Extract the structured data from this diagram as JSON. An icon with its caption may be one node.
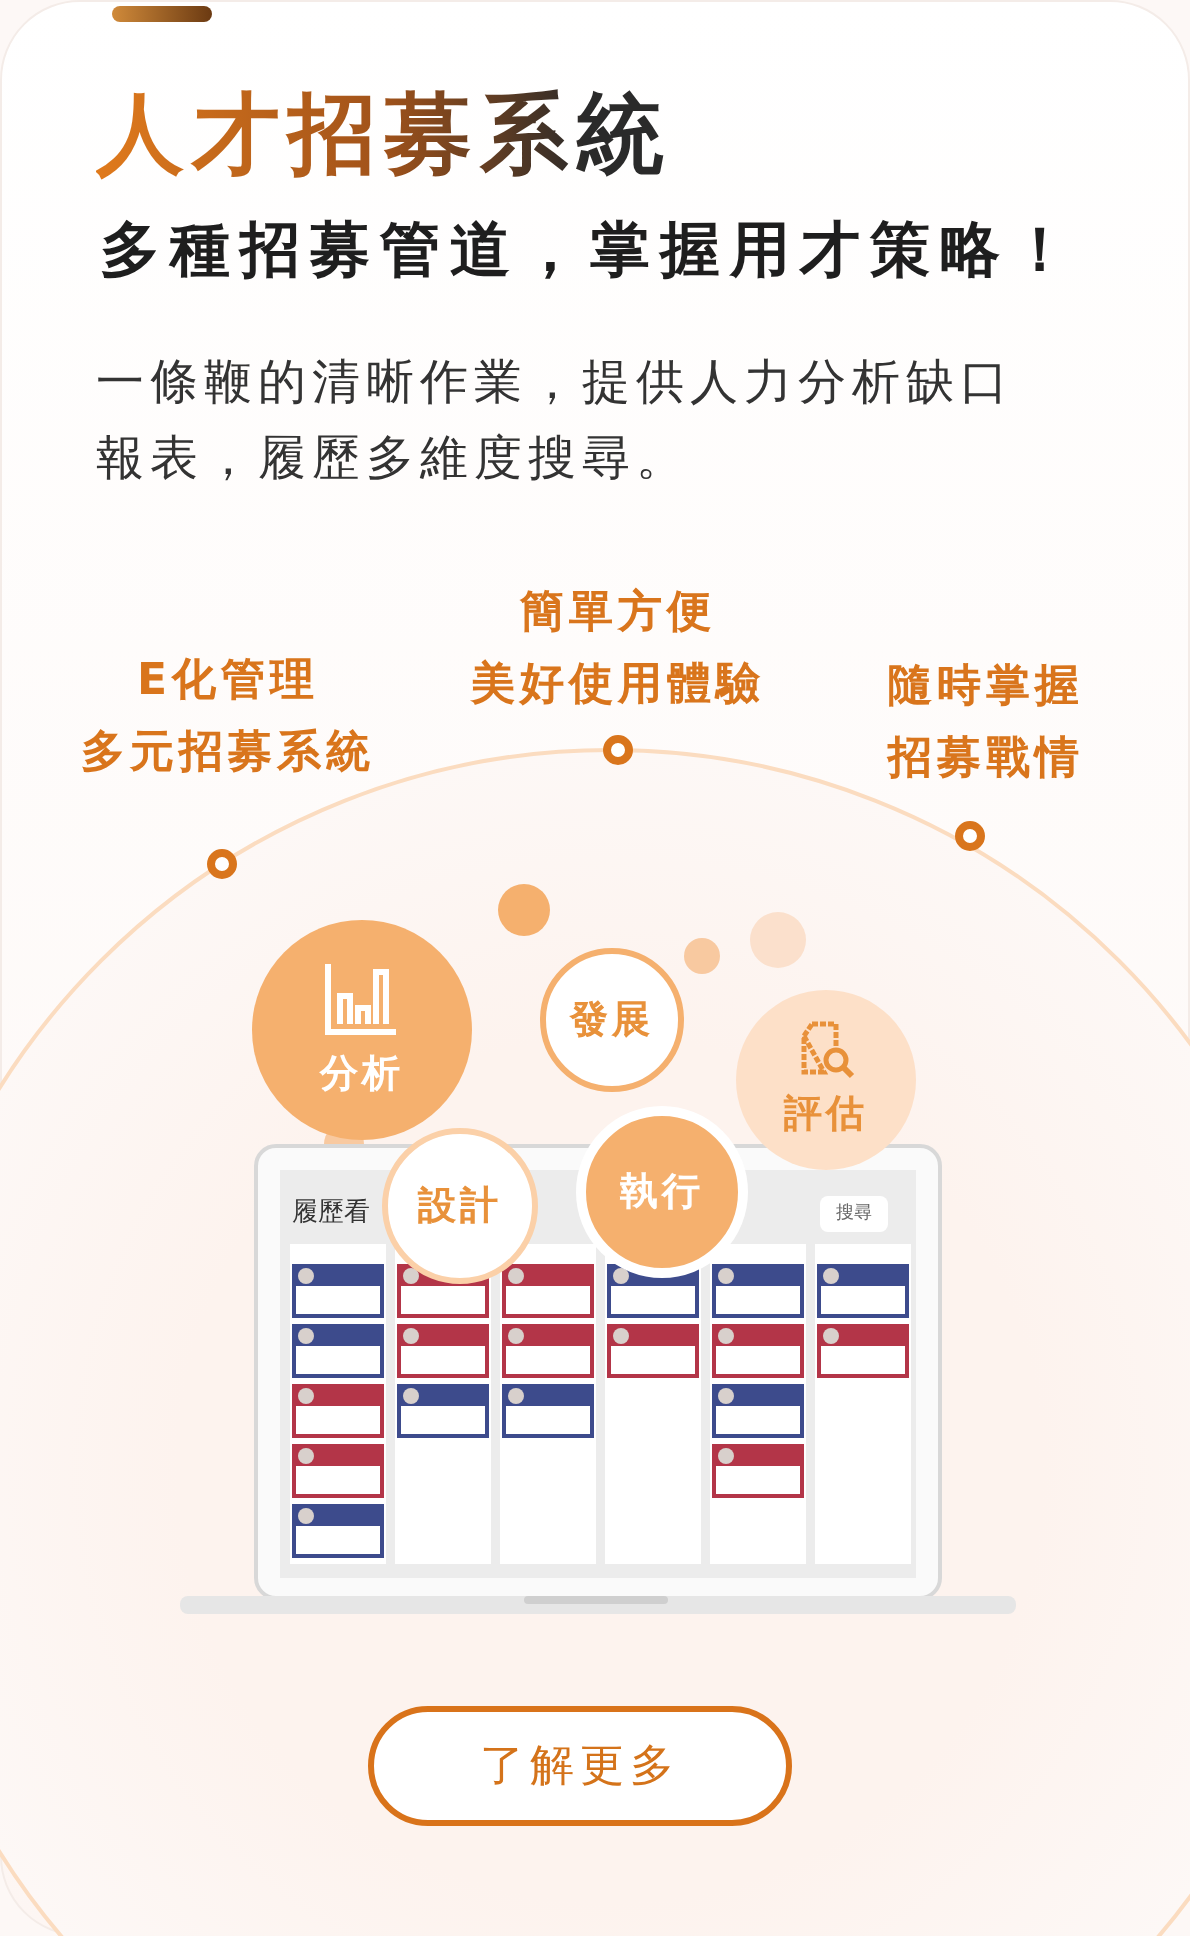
{
  "diagram": {
    "title": "人才招募系統",
    "nodes": [
      {
        "text": [
          "分析"
        ]
      },
      {
        "text": [
          "發展"
        ]
      },
      {
        "text": [
          "評估"
        ]
      },
      {
        "text": [
          "設計"
        ]
      },
      {
        "text": [
          "執行"
        ]
      }
    ],
    "labels": [
      "多種招募管道，掌握用才策略！",
      "一條鞭的清晰作業，提供人力分析缺口報表，履歷多維度搜尋。",
      "簡單方便",
      "美好使用體驗",
      "E化管理",
      "多元招募系統",
      "隨時掌握",
      "招募戰情",
      "履歷看",
      "搜尋",
      "了解更多"
    ]
  }
}
